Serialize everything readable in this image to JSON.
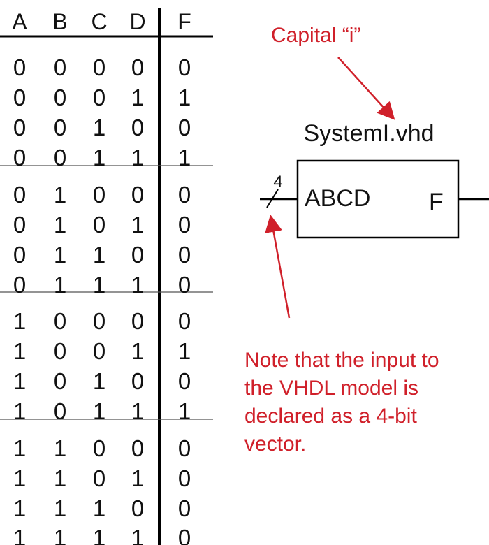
{
  "truth_table": {
    "headers": [
      "A",
      "B",
      "C",
      "D",
      "F"
    ],
    "rows": [
      [
        "0",
        "0",
        "0",
        "0",
        "0"
      ],
      [
        "0",
        "0",
        "0",
        "1",
        "1"
      ],
      [
        "0",
        "0",
        "1",
        "0",
        "0"
      ],
      [
        "0",
        "0",
        "1",
        "1",
        "1"
      ],
      [
        "0",
        "1",
        "0",
        "0",
        "0"
      ],
      [
        "0",
        "1",
        "0",
        "1",
        "0"
      ],
      [
        "0",
        "1",
        "1",
        "0",
        "0"
      ],
      [
        "0",
        "1",
        "1",
        "1",
        "0"
      ],
      [
        "1",
        "0",
        "0",
        "0",
        "0"
      ],
      [
        "1",
        "0",
        "0",
        "1",
        "1"
      ],
      [
        "1",
        "0",
        "1",
        "0",
        "0"
      ],
      [
        "1",
        "0",
        "1",
        "1",
        "1"
      ],
      [
        "1",
        "1",
        "0",
        "0",
        "0"
      ],
      [
        "1",
        "1",
        "0",
        "1",
        "0"
      ],
      [
        "1",
        "1",
        "1",
        "0",
        "0"
      ],
      [
        "1",
        "1",
        "1",
        "1",
        "0"
      ]
    ]
  },
  "block": {
    "file_name": "SystemI.vhd",
    "input_label": "ABCD",
    "output_label": "F",
    "bus_width": "4"
  },
  "annotations": {
    "capital_i_note": "Capital “i”",
    "input_note_lines": [
      "Note that the input to",
      "the VHDL model is",
      "declared as a 4-bit",
      "vector."
    ]
  },
  "colors": {
    "annotation": "#d0202a",
    "lines": "#000000",
    "text": "#111111"
  }
}
